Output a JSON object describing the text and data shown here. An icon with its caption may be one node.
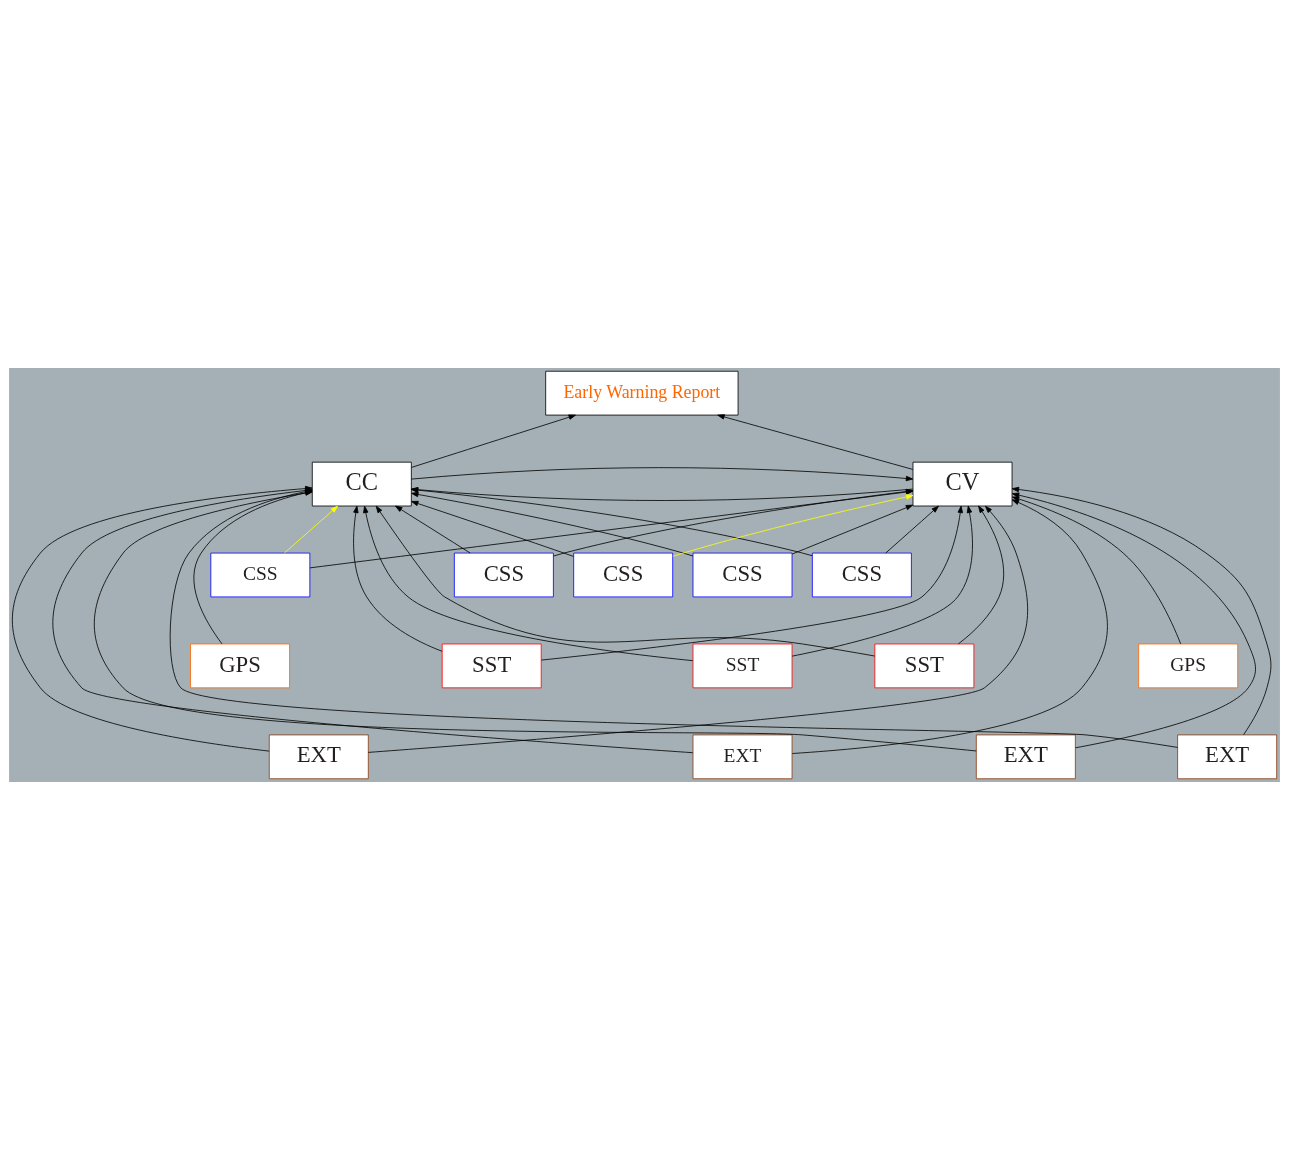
{
  "diagram": {
    "nodes": [
      {
        "text": [
          "Early Warning Report"
        ]
      },
      {
        "text": [
          "CC"
        ]
      },
      {
        "text": [
          "CV"
        ]
      },
      {
        "text": [
          "CSS"
        ]
      },
      {
        "text": [
          "CSS"
        ]
      },
      {
        "text": [
          "CSS"
        ]
      },
      {
        "text": [
          "CSS"
        ]
      },
      {
        "text": [
          "CSS"
        ]
      },
      {
        "text": [
          "GPS"
        ]
      },
      {
        "text": [
          "GPS"
        ]
      },
      {
        "text": [
          "SST"
        ]
      },
      {
        "text": [
          "SST"
        ]
      },
      {
        "text": [
          "SST"
        ]
      },
      {
        "text": [
          "EXT"
        ]
      },
      {
        "text": [
          "EXT"
        ]
      },
      {
        "text": [
          "EXT"
        ]
      },
      {
        "text": [
          "EXT"
        ]
      }
    ],
    "edges": [
      {
        "from": 1,
        "to": 0,
        "arrow": "to"
      },
      {
        "from": 2,
        "to": 0,
        "arrow": "to"
      },
      {
        "from": 1,
        "to": 2,
        "arrow": "to"
      },
      {
        "from": 2,
        "to": 1,
        "arrow": "to"
      },
      {
        "from": 3,
        "to": 1,
        "arrow": "to",
        "color": "#ffff00"
      },
      {
        "from": 3,
        "to": 2,
        "arrow": "to"
      },
      {
        "from": 4,
        "to": 1,
        "arrow": "to"
      },
      {
        "from": 4,
        "to": 2,
        "arrow": "to"
      },
      {
        "from": 5,
        "to": 1,
        "arrow": "to"
      },
      {
        "from": 5,
        "to": 2,
        "arrow": "to"
      },
      {
        "from": 6,
        "to": 1,
        "arrow": "to"
      },
      {
        "from": 6,
        "to": 2,
        "arrow": "to"
      },
      {
        "from": 7,
        "to": 1,
        "arrow": "to"
      },
      {
        "from": 7,
        "to": 2,
        "arrow": "to",
        "color": "#ffff00"
      },
      {
        "from": 8,
        "to": 1,
        "arrow": "to"
      },
      {
        "from": 9,
        "to": 2,
        "arrow": "to"
      },
      {
        "from": 10,
        "to": 1,
        "arrow": "to"
      },
      {
        "from": 10,
        "to": 2,
        "arrow": "to"
      },
      {
        "from": 11,
        "to": 1,
        "arrow": "to"
      },
      {
        "from": 11,
        "to": 2,
        "arrow": "to"
      },
      {
        "from": 12,
        "to": 1,
        "arrow": "to"
      },
      {
        "from": 12,
        "to": 2,
        "arrow": "to"
      },
      {
        "from": 13,
        "to": 1,
        "arrow": "to"
      },
      {
        "from": 13,
        "to": 2,
        "arrow": "to"
      },
      {
        "from": 14,
        "to": 1,
        "arrow": "to"
      },
      {
        "from": 14,
        "to": 2,
        "arrow": "to"
      },
      {
        "from": 15,
        "to": 1,
        "arrow": "to"
      },
      {
        "from": 15,
        "to": 2,
        "arrow": "to"
      },
      {
        "from": 16,
        "to": 1,
        "arrow": "to"
      },
      {
        "from": 16,
        "to": 2,
        "arrow": "to"
      }
    ]
  }
}
